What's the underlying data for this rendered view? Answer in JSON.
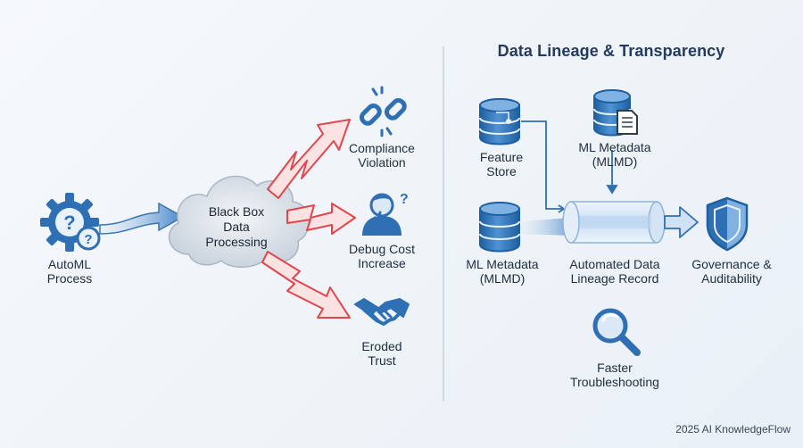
{
  "diagram": {
    "left": {
      "source": {
        "label": "AutoML\nProcess",
        "icon": "gear-question-icon"
      },
      "center": {
        "label": "Black Box\nData\nProcessing",
        "icon": "cloud-icon"
      },
      "outcomes": [
        {
          "label": "Compliance\nViolation",
          "icon": "broken-link-icon"
        },
        {
          "label": "Debug Cost\nIncrease",
          "icon": "confused-person-icon"
        },
        {
          "label": "Eroded\nTrust",
          "icon": "handshake-icon"
        }
      ]
    },
    "right": {
      "title": "Data Lineage & Transparency",
      "nodes": {
        "feature_store": {
          "label": "Feature\nStore",
          "icon": "database-icon"
        },
        "ml_metadata_top": {
          "label": "ML Metadata\n(MLMD)",
          "icon": "database-document-icon"
        },
        "ml_metadata_left": {
          "label": "ML Metadata\n(MLMD)",
          "icon": "database-icon"
        },
        "lineage_record": {
          "label": "Automated Data\nLineage Record",
          "icon": "pipe-cylinder-icon"
        },
        "governance": {
          "label": "Governance &\nAuditability",
          "icon": "shield-icon"
        },
        "troubleshooting": {
          "label": "Faster\nTroubleshooting",
          "icon": "magnifier-icon"
        }
      }
    }
  },
  "footer": "2025 AI KnowledgeFlow",
  "colors": {
    "primary_blue": "#2f6fb3",
    "light_blue": "#dbe8f6",
    "alert_red": "#e0464c",
    "alert_red_fill": "#fbe3e3",
    "text": "#1f2d3d"
  }
}
